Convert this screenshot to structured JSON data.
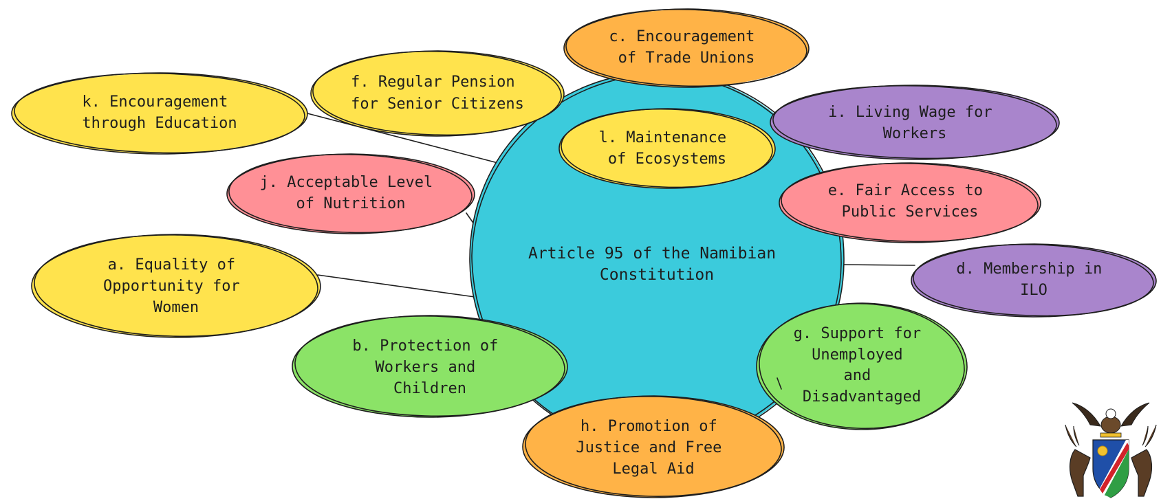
{
  "center": {
    "lines": [
      "Article 95 of the Namibian",
      "Constitution"
    ],
    "color": "#3bcbdc"
  },
  "nodes": [
    {
      "id": "c",
      "lines": [
        "c. Encouragement",
        "of Trade Unions"
      ],
      "color": "#ffb347"
    },
    {
      "id": "f",
      "lines": [
        "f. Regular Pension",
        "for Senior Citizens"
      ],
      "color": "#ffe34d"
    },
    {
      "id": "k",
      "lines": [
        "k. Encouragement",
        "through Education"
      ],
      "color": "#ffe34d"
    },
    {
      "id": "l",
      "lines": [
        "l. Maintenance",
        "of Ecosystems"
      ],
      "color": "#ffe34d"
    },
    {
      "id": "i",
      "lines": [
        "i. Living Wage for",
        "Workers"
      ],
      "color": "#a985cc"
    },
    {
      "id": "j",
      "lines": [
        "j. Acceptable Level",
        "of Nutrition"
      ],
      "color": "#ff9096"
    },
    {
      "id": "e",
      "lines": [
        "e. Fair Access to",
        "Public Services"
      ],
      "color": "#ff9096"
    },
    {
      "id": "a",
      "lines": [
        "a. Equality of",
        "Opportunity for",
        "Women"
      ],
      "color": "#ffe34d"
    },
    {
      "id": "d",
      "lines": [
        "d. Membership in",
        "ILO"
      ],
      "color": "#a985cc"
    },
    {
      "id": "b",
      "lines": [
        "b. Protection of",
        "Workers and",
        "Children"
      ],
      "color": "#8be367"
    },
    {
      "id": "g",
      "lines": [
        "g. Support for",
        "Unemployed",
        "and",
        "Disadvantaged"
      ],
      "color": "#8be367"
    },
    {
      "id": "h",
      "lines": [
        "h. Promotion of",
        "Justice and Free",
        "Legal Aid"
      ],
      "color": "#ffb347"
    }
  ],
  "emblem": {
    "icon": "namibia-coat-of-arms-icon",
    "colors": {
      "blue": "#1f4fa8",
      "red": "#d2232a",
      "green": "#2f9e44",
      "gold": "#f2c12e",
      "brown": "#6b4a2b"
    }
  }
}
